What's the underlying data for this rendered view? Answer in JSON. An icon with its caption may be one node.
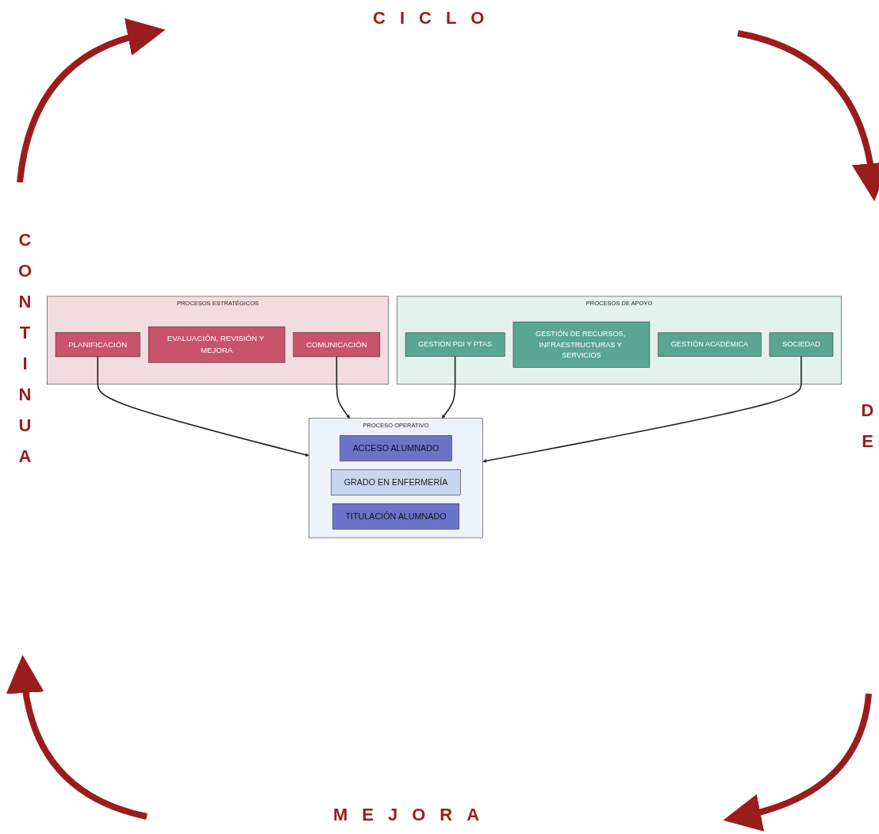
{
  "diagram": {
    "nodes": [
      {
        "text": [
          "PROCESOS ESTRATÉGICOS"
        ]
      },
      {
        "text": [
          "PLANIFICACIÓN"
        ],
        "in": 0
      },
      {
        "text": [
          "EVALUACIÓN, REVISIÓN Y MEJORA"
        ],
        "in": 0
      },
      {
        "text": [
          "COMUNICACIÓN"
        ],
        "in": 0
      },
      {
        "text": [
          "PROCESO OPERATIVO"
        ]
      },
      {
        "text": [
          "ACCESO ALUMNADO"
        ],
        "in": 4
      },
      {
        "text": [
          "GRADO EN ENFERMERÍA"
        ],
        "in": 4
      },
      {
        "text": [
          "TITULACIÓN ALUMNADO"
        ],
        "in": 4
      },
      {
        "text": [
          "PROCESOS DE APOYO"
        ]
      },
      {
        "text": [
          "GESTIÓN PDI Y PTAS"
        ],
        "in": 8
      },
      {
        "text": [
          "GESTIÓN DE RECURSOS, INFRAESTRUCTURAS Y SERVICIOS"
        ],
        "in": 8
      },
      {
        "text": [
          "GESTIÓN ACADÉMICA"
        ],
        "in": 8
      },
      {
        "text": [
          "SOCIEDAD"
        ],
        "in": 8
      }
    ],
    "edges": [
      {
        "from": 1,
        "to": 4,
        "arrow": "to"
      },
      {
        "from": 3,
        "to": 4,
        "arrow": "to"
      },
      {
        "from": 9,
        "to": 4,
        "arrow": "to"
      },
      {
        "from": 12,
        "to": 4,
        "arrow": "to"
      }
    ],
    "labels": [
      "CICLO",
      "CONTINUA",
      "DE",
      "MEJORA"
    ]
  }
}
